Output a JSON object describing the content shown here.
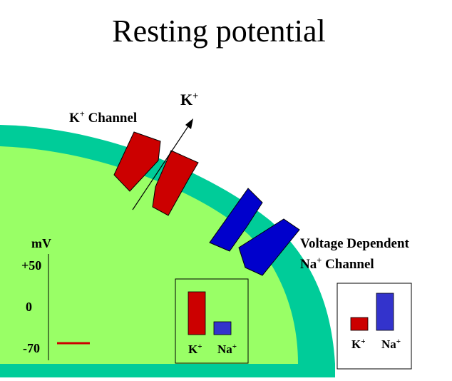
{
  "title": "Resting  potential",
  "labels": {
    "ion_k": "K",
    "ion_sup": "+",
    "k_channel": "Channel",
    "na_channel_line1": "Voltage Dependent",
    "na_ion": "Na",
    "na_channel_line2": "Channel"
  },
  "voltage_axis": {
    "unit": "mV",
    "ticks": [
      "+50",
      "0",
      "-70"
    ],
    "resting_level_mv": -70
  },
  "inside_bars": {
    "categories": [
      "K",
      "Na"
    ],
    "values": [
      3.0,
      0.9
    ]
  },
  "outside_bars": {
    "categories": [
      "K",
      "Na"
    ],
    "values": [
      0.9,
      2.6
    ]
  },
  "colors": {
    "cytoplasm": "#99ff66",
    "membrane": "#00cc99",
    "k_channel": "#cc0000",
    "na_channel": "#0000cc",
    "k_bar": "#cc0000",
    "na_bar": "#3333cc",
    "potential_line": "#cc0000"
  }
}
